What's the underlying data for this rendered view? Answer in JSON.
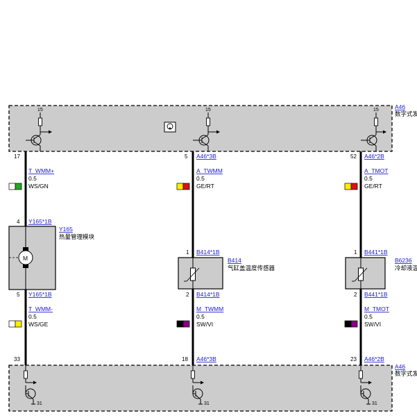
{
  "modules": {
    "a46_top": {
      "id": "A46",
      "desc": "数字式发"
    },
    "a46_bottom": {
      "id": "A46",
      "desc": "数字式发"
    }
  },
  "supply": {
    "plus": "15",
    "ground": "31"
  },
  "wires": [
    {
      "top_pin": "17",
      "top_conn": "",
      "sig1": "T_WMM+",
      "size1": "0.5",
      "color1": "WS/GN",
      "c1a": "#ffffff",
      "c1b": "#22aa22",
      "comp_pin_top": "4",
      "comp_conn_top": "Y165*1B",
      "comp_id": "Y165",
      "comp_desc": "热量管理模块",
      "comp_symbol": "M",
      "comp_pin_bot": "5",
      "comp_conn_bot": "Y165*1B",
      "sig2": "T_WMM-",
      "size2": "0.5",
      "color2": "WS/GE",
      "c2a": "#ffffff",
      "c2b": "#ffee00",
      "bot_pin": "33",
      "bot_conn": ""
    },
    {
      "top_pin": "5",
      "top_conn": "A46*3B",
      "sig1": "A_TWMM",
      "size1": "0.5",
      "color1": "GE/RT",
      "c1a": "#ffee00",
      "c1b": "#dd1111",
      "comp_pin_top": "1",
      "comp_conn_top": "B414*1B",
      "comp_id": "B414",
      "comp_desc": "气缸盖温度传感器",
      "comp_pin_bot": "2",
      "comp_conn_bot": "B414*1B",
      "sig2": "M_TWMM",
      "size2": "0.5",
      "color2": "SW/VI",
      "c2a": "#000000",
      "c2b": "#880088",
      "bot_pin": "18",
      "bot_conn": "A46*3B"
    },
    {
      "top_pin": "52",
      "top_conn": "A46*2B",
      "sig1": "A_TMOT",
      "size1": "0.5",
      "color1": "GE/RT",
      "c1a": "#ffee00",
      "c1b": "#dd1111",
      "comp_pin_top": "1",
      "comp_conn_top": "B441*1B",
      "comp_id": "B6236",
      "comp_desc": "冷却液温",
      "comp_pin_bot": "2",
      "comp_conn_bot": "B441*1B",
      "sig2": "M_TMOT",
      "size2": "0.5",
      "color2": "SW/VI",
      "c2a": "#000000",
      "c2b": "#880088",
      "bot_pin": "23",
      "bot_conn": "A46*2B"
    }
  ]
}
